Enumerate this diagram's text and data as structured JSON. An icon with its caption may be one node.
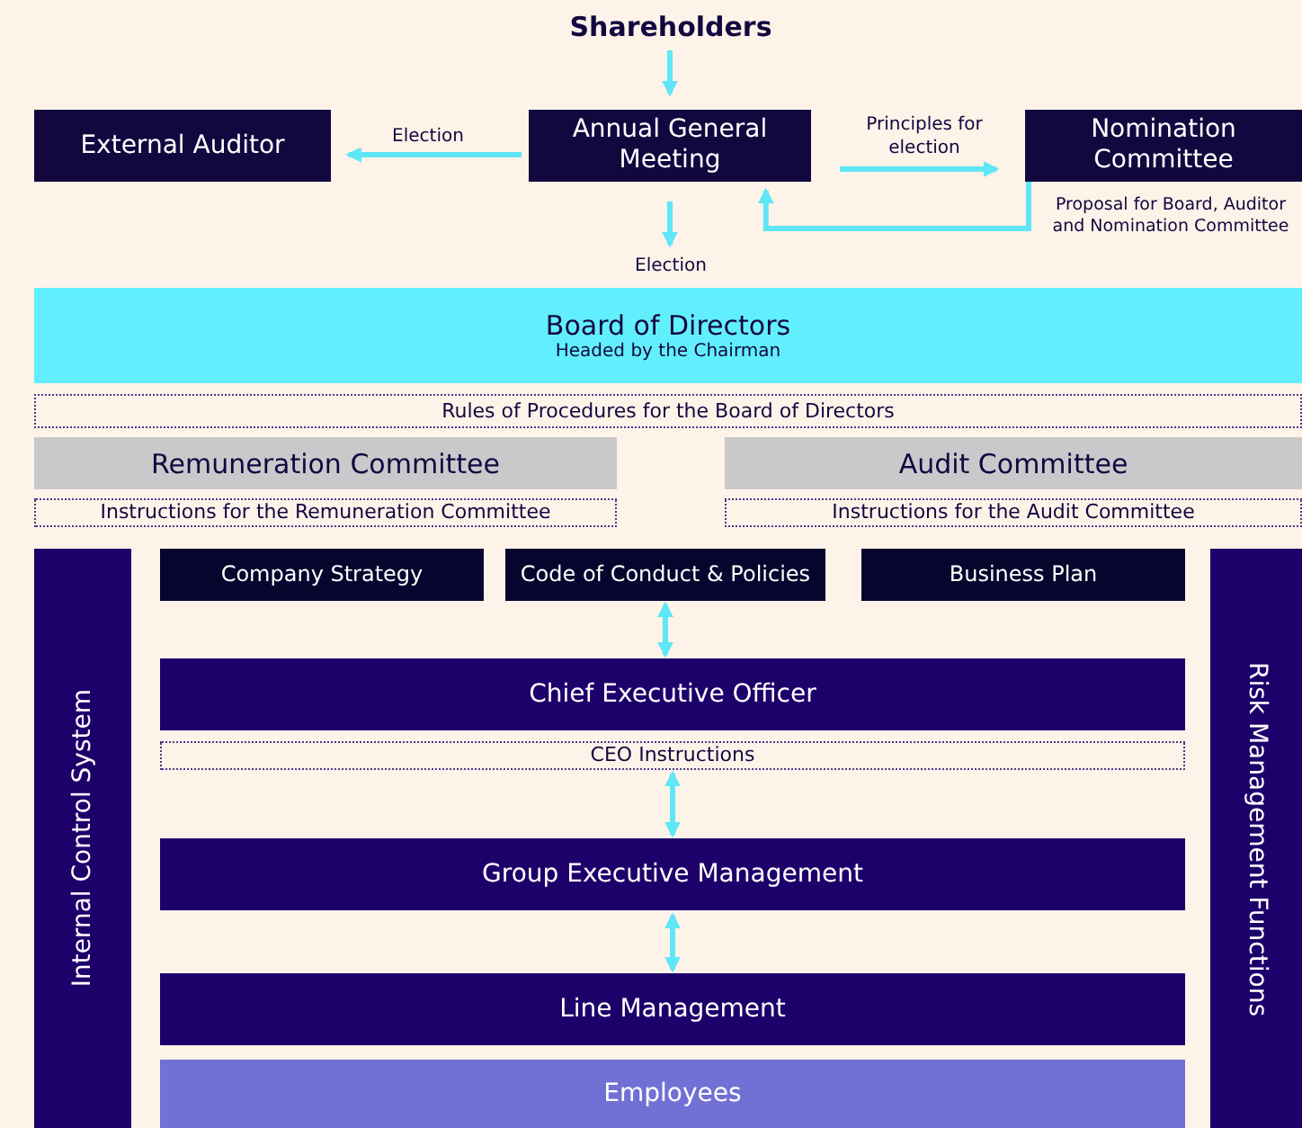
{
  "diagram": {
    "nodes": [
      {
        "text": [
          "Shareholders"
        ]
      },
      {
        "text": [
          "External Auditor"
        ]
      },
      {
        "text": [
          "Annual General Meeting"
        ]
      },
      {
        "text": [
          "Nomination Committee"
        ]
      },
      {
        "text": [
          "Board of Directors",
          "Headed by the Chairman"
        ]
      },
      {
        "text": [
          "Rules of Procedures for the Board of Directors"
        ]
      },
      {
        "text": [
          "Remuneration Committee"
        ]
      },
      {
        "text": [
          "Instructions for the Remuneration Committee"
        ]
      },
      {
        "text": [
          "Audit Committee"
        ]
      },
      {
        "text": [
          "Instructions for the Audit Committee"
        ]
      },
      {
        "text": [
          "Internal Control System"
        ]
      },
      {
        "text": [
          "Company Strategy"
        ]
      },
      {
        "text": [
          "Code of Conduct & Policies"
        ]
      },
      {
        "text": [
          "Business Plan"
        ]
      },
      {
        "text": [
          "Chief Executive Officer"
        ]
      },
      {
        "text": [
          "CEO Instructions"
        ]
      },
      {
        "text": [
          "Group Executive Management"
        ]
      },
      {
        "text": [
          "Line Management"
        ]
      },
      {
        "text": [
          "Employees"
        ]
      },
      {
        "text": [
          "Risk Management Functions"
        ]
      }
    ],
    "edges": [
      {
        "from": 0,
        "to": 2,
        "arrow": "to"
      },
      {
        "from": 2,
        "to": 1,
        "arrow": "to",
        "label": "Election"
      },
      {
        "from": 2,
        "to": 3,
        "arrow": "to",
        "label": "Principles for election"
      },
      {
        "from": 3,
        "to": 2,
        "arrow": "to",
        "label": "Proposal for Board, Auditor and Nomination Committee"
      },
      {
        "from": 2,
        "to": 4,
        "arrow": "to",
        "label": "Election"
      },
      {
        "from": 12,
        "to": 14,
        "arrow": "both"
      },
      {
        "from": 15,
        "to": 16,
        "arrow": "both"
      },
      {
        "from": 16,
        "to": 17,
        "arrow": "both"
      }
    ]
  }
}
